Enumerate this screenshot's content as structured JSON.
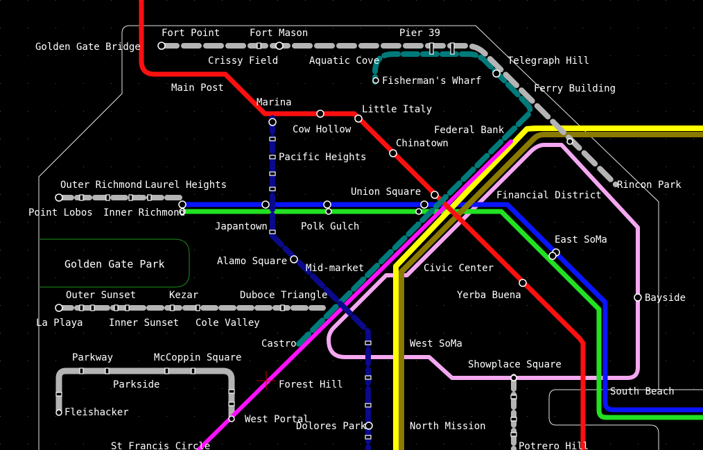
{
  "colors": {
    "background": "#000000",
    "outline": "#e8e8e8",
    "park_outline": "#1a7a1a",
    "grid_dot": "#555555",
    "cursor": "#c00000",
    "stop_fill": "#000000",
    "stop_ring": "#ffffff",
    "label": "#ffffff"
  },
  "areas": {
    "golden_gate_park": "Golden Gate Park"
  },
  "lines": [
    {
      "id": "red",
      "color": "#ff1010"
    },
    {
      "id": "blue",
      "color": "#0a14ff"
    },
    {
      "id": "green",
      "color": "#22e022"
    },
    {
      "id": "yellow",
      "color": "#ffff00"
    },
    {
      "id": "olive",
      "color": "#8a7a00"
    },
    {
      "id": "pink",
      "color": "#f4a8f0"
    },
    {
      "id": "magenta",
      "color": "#ff10ff"
    },
    {
      "id": "teal",
      "color": "#007a7a"
    },
    {
      "id": "navy",
      "color": "#0a0a8a"
    },
    {
      "id": "gray",
      "color": "#b4b4b4"
    }
  ],
  "stations": [
    {
      "key": "golden_gate_bridge",
      "label": "Golden Gate Bridge"
    },
    {
      "key": "fort_point",
      "label": "Fort Point"
    },
    {
      "key": "fort_mason",
      "label": "Fort Mason"
    },
    {
      "key": "pier_39",
      "label": "Pier 39"
    },
    {
      "key": "crissy_field",
      "label": "Crissy Field"
    },
    {
      "key": "aquatic_cove",
      "label": "Aquatic Cove"
    },
    {
      "key": "telegraph_hill",
      "label": "Telegraph Hill"
    },
    {
      "key": "fishermans_wharf",
      "label": "Fisherman's Wharf"
    },
    {
      "key": "main_post",
      "label": "Main Post"
    },
    {
      "key": "ferry_building",
      "label": "Ferry Building"
    },
    {
      "key": "marina",
      "label": "Marina"
    },
    {
      "key": "little_italy",
      "label": "Little Italy"
    },
    {
      "key": "cow_hollow",
      "label": "Cow Hollow"
    },
    {
      "key": "federal_bank",
      "label": "Federal Bank"
    },
    {
      "key": "chinatown",
      "label": "Chinatown"
    },
    {
      "key": "pacific_heights",
      "label": "Pacific Heights"
    },
    {
      "key": "outer_richmond",
      "label": "Outer Richmond"
    },
    {
      "key": "laurel_heights",
      "label": "Laurel Heights"
    },
    {
      "key": "rincon_park",
      "label": "Rincon Park"
    },
    {
      "key": "union_square",
      "label": "Union Square"
    },
    {
      "key": "financial_district",
      "label": "Financial District"
    },
    {
      "key": "point_lobos",
      "label": "Point Lobos"
    },
    {
      "key": "inner_richmond",
      "label": "Inner Richmond"
    },
    {
      "key": "japantown",
      "label": "Japantown"
    },
    {
      "key": "polk_gulch",
      "label": "Polk Gulch"
    },
    {
      "key": "east_soma",
      "label": "East SoMa"
    },
    {
      "key": "alamo_square",
      "label": "Alamo Square"
    },
    {
      "key": "mid_market",
      "label": "Mid-market"
    },
    {
      "key": "civic_center",
      "label": "Civic Center"
    },
    {
      "key": "outer_sunset",
      "label": "Outer Sunset"
    },
    {
      "key": "kezar",
      "label": "Kezar"
    },
    {
      "key": "duboce_triangle",
      "label": "Duboce Triangle"
    },
    {
      "key": "yerba_buena",
      "label": "Yerba Buena"
    },
    {
      "key": "bayside",
      "label": "Bayside"
    },
    {
      "key": "la_playa",
      "label": "La Playa"
    },
    {
      "key": "inner_sunset",
      "label": "Inner Sunset"
    },
    {
      "key": "cole_valley",
      "label": "Cole Valley"
    },
    {
      "key": "castro",
      "label": "Castro"
    },
    {
      "key": "west_soma",
      "label": "West SoMa"
    },
    {
      "key": "parkway",
      "label": "Parkway"
    },
    {
      "key": "mccoppin_square",
      "label": "McCoppin Square"
    },
    {
      "key": "showplace_square",
      "label": "Showplace Square"
    },
    {
      "key": "parkside",
      "label": "Parkside"
    },
    {
      "key": "forest_hill",
      "label": "Forest Hill"
    },
    {
      "key": "south_beach",
      "label": "South Beach"
    },
    {
      "key": "fleishacker",
      "label": "Fleishacker"
    },
    {
      "key": "west_portal",
      "label": "West Portal"
    },
    {
      "key": "dolores_park",
      "label": "Dolores Park"
    },
    {
      "key": "north_mission",
      "label": "North Mission"
    },
    {
      "key": "st_francis_circle",
      "label": "St Francis Circle"
    },
    {
      "key": "potrero_hill",
      "label": "Potrero Hill"
    }
  ]
}
